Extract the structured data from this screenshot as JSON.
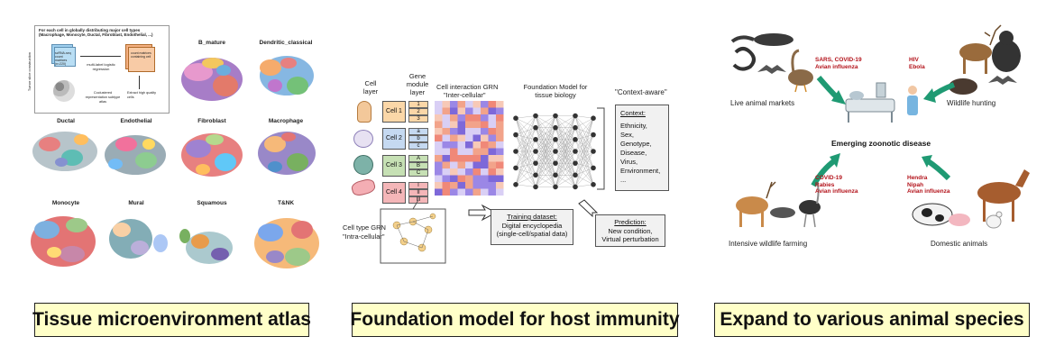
{
  "panels": {
    "atlas": {
      "caption": "Tissue microenvironment atlas",
      "workflow": {
        "header": "For each cell in globally distributing major cell types\n(Macrophage, Monocyte, Ductal, Fibroblast, Endothelial, ...)",
        "side_label": "Tumor slice construction",
        "matrix_label": "scRNA-seq count matrices (n=220)",
        "center_label": "multi-label logistic regression",
        "count_label": "count matrices containing cell",
        "extract_label": "Extract high quality cells",
        "cluster_label": "Coclustered representation subtype atlas"
      },
      "umaps": [
        "B_mature",
        "Dendritic_classical",
        "Ductal",
        "Endothelial",
        "Fibroblast",
        "Macrophage",
        "Monocyte",
        "Mural",
        "Squamous",
        "T&NK"
      ]
    },
    "foundation": {
      "caption": "Foundation model for host immunity",
      "cell_layer_label": "Cell layer",
      "gene_module_label": "Gene module layer",
      "grn_label": "Cell interaction GRN",
      "grn_sub": "\"Inter-cellular\"",
      "model_label": "Foundation Model for tissue biology",
      "context_aware": "\"Context-aware\"",
      "cells": [
        "Cell 1",
        "Cell 2",
        "Cell 3",
        "Cell 4"
      ],
      "gene_groups": [
        [
          "1",
          "2",
          "3"
        ],
        [
          "a",
          "b",
          "c"
        ],
        [
          "A",
          "B",
          "C"
        ],
        [
          "I",
          "II",
          "III"
        ]
      ],
      "context_title": "Context:",
      "context_items": [
        "Ethnicity,",
        "Sex,",
        "Genotype,",
        "Disease,",
        "Virus,",
        "Environment,",
        "..."
      ],
      "cell_type_grn": "Cell type GRN",
      "intra": "\"Intra-cellular\"",
      "training_title": "Training dataset:",
      "training_body": "Digital encyclopedia (single-cell/spatial data)",
      "prediction_title": "Prediction:",
      "prediction_body": "New condition, Virtual perturbation"
    },
    "animals": {
      "caption": "Expand to various animal species",
      "center": "Emerging zoonotic disease",
      "groups": [
        {
          "label": "Live animal markets",
          "diseases": [
            "SARS, COVID-19",
            "Avian influenza"
          ]
        },
        {
          "label": "Wildlife hunting",
          "diseases": [
            "HIV",
            "Ebola"
          ]
        },
        {
          "label": "Intensive wildlife farming",
          "diseases": [
            "COVID-19",
            "Rabies",
            "Avian influenza"
          ]
        },
        {
          "label": "Domestic animals",
          "diseases": [
            "Hendra",
            "Nipah",
            "Avian influenza"
          ]
        }
      ]
    }
  },
  "colors": {
    "caption_bg": "#ffffc8",
    "arrow_green": "#1f9a73",
    "disease_red": "#b3121a"
  }
}
